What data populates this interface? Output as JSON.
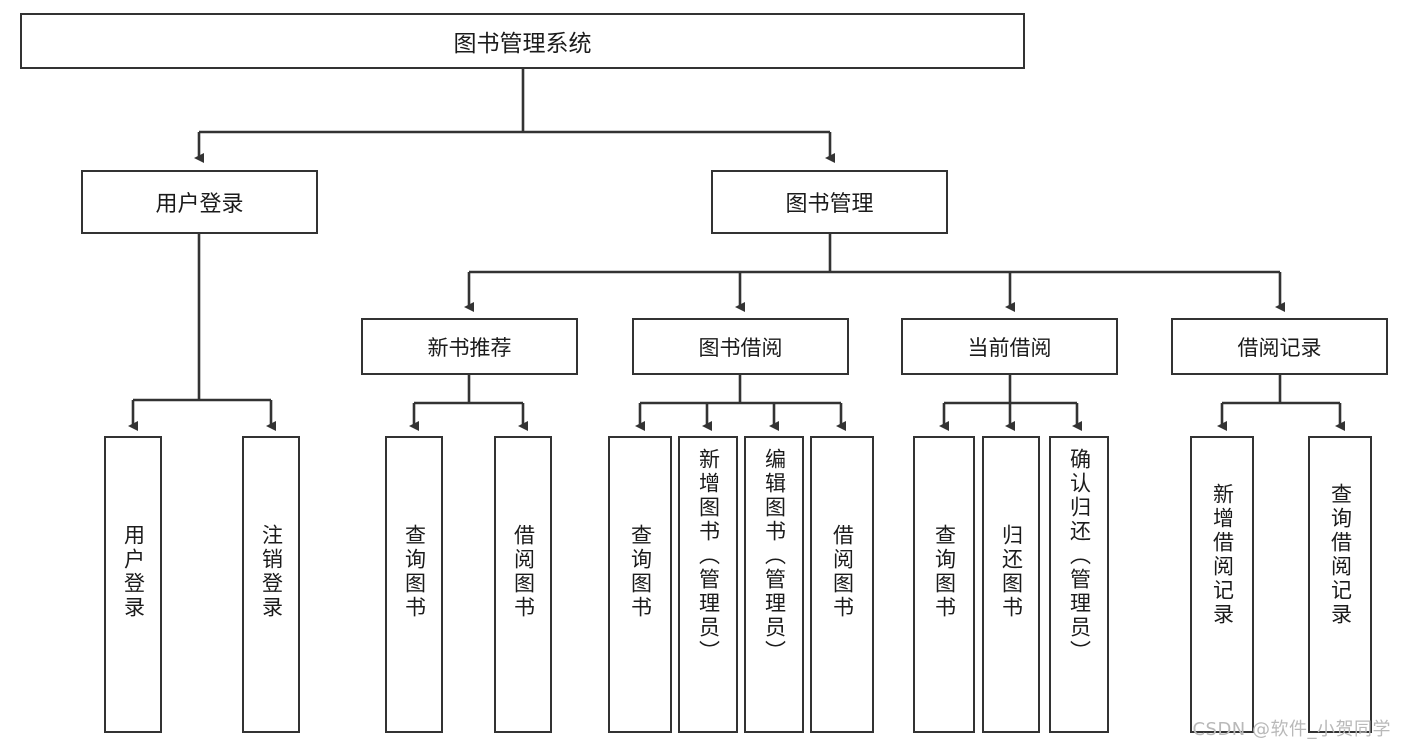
{
  "diagram": {
    "type": "tree-hierarchy",
    "title": "图书管理系统",
    "colors": {
      "background": "#ffffff",
      "box_border": "#333333",
      "box_fill": "#ffffff",
      "text": "#1b1b1b",
      "connector": "#333333",
      "watermark": "#b9b9b9"
    },
    "root": {
      "label": "图书管理系统"
    },
    "level2": [
      {
        "label": "用户登录"
      },
      {
        "label": "图书管理"
      }
    ],
    "level3": [
      {
        "label": "新书推荐"
      },
      {
        "label": "图书借阅"
      },
      {
        "label": "当前借阅"
      },
      {
        "label": "借阅记录"
      }
    ],
    "leaves": {
      "user_login": [
        {
          "label": "用户登录"
        },
        {
          "label": "注销登录"
        }
      ],
      "new_book_recommend": [
        {
          "label": "查询图书"
        },
        {
          "label": "借阅图书"
        }
      ],
      "book_borrow": [
        {
          "label": "查询图书"
        },
        {
          "label": "新增图书（管理员）"
        },
        {
          "label": "编辑图书（管理员）"
        },
        {
          "label": "借阅图书"
        }
      ],
      "current_borrow": [
        {
          "label": "查询图书"
        },
        {
          "label": "归还图书"
        },
        {
          "label": "确认归还（管理员）"
        }
      ],
      "borrow_record": [
        {
          "label": "新增借阅记录"
        },
        {
          "label": "查询借阅记录"
        }
      ]
    },
    "watermark": "CSDN @软件_小贺同学"
  }
}
